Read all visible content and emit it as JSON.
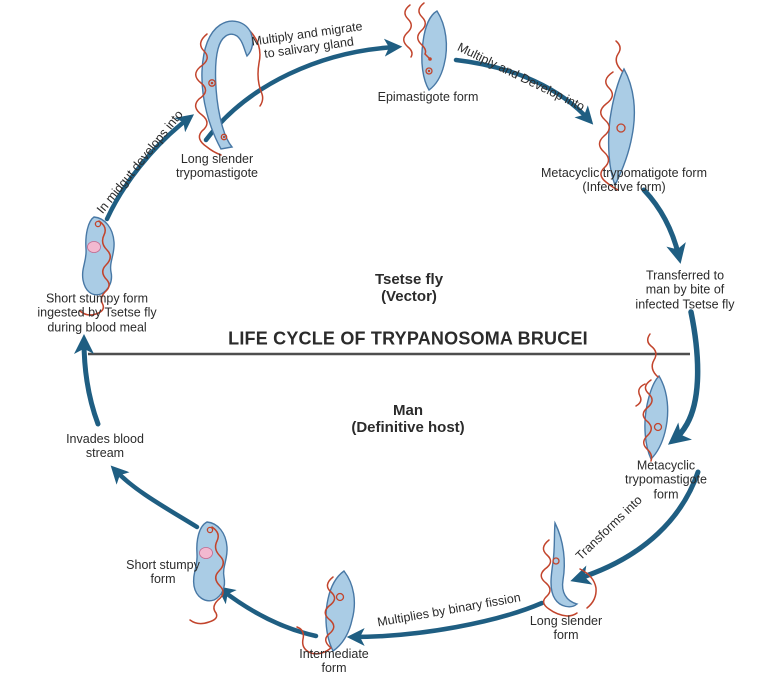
{
  "title": "LIFE CYCLE OF TRYPANOSOMA BRUCEI",
  "sections": {
    "vector": "Tsetse fly\n(Vector)",
    "host": "Man\n(Definitive host)"
  },
  "stages": {
    "long_slender_trypomastigote": "Long slender\ntrypomastigote",
    "epimastigote": "Epimastigote form",
    "metacyclic_infective": "Metacyclic trypomatigote form\n(Infective form)",
    "transferred": "Transferred to\nman by bite of\ninfected Tsetse fly",
    "metacyclic_man": "Metacyclic\ntrypomastigote\nform",
    "long_slender_form": "Long slender\nform",
    "intermediate": "Intermediate\nform",
    "short_stumpy": "Short stumpy\nform",
    "invades": "Invades blood\nstream",
    "short_stumpy_ingested": "Short stumpy form\ningested by Tsetse fly\nduring blood meal"
  },
  "transitions": {
    "multiply_migrate": "Multiply and migrate\nto salivary gland",
    "multiply_develop": "Multiply and Develop into",
    "transforms_into": "Transforms into",
    "binary_fission": "Multiplies by binary fission",
    "in_midgut": "In midgut develops into"
  },
  "colors": {
    "arrow": "#1f5e82",
    "cell_fill": "#aacce5",
    "cell_stroke": "#4878a5",
    "flagellum": "#c2442c",
    "nucleus": "#f2b9d0",
    "text": "#2b2b2b",
    "divider": "#4e4e4e"
  }
}
